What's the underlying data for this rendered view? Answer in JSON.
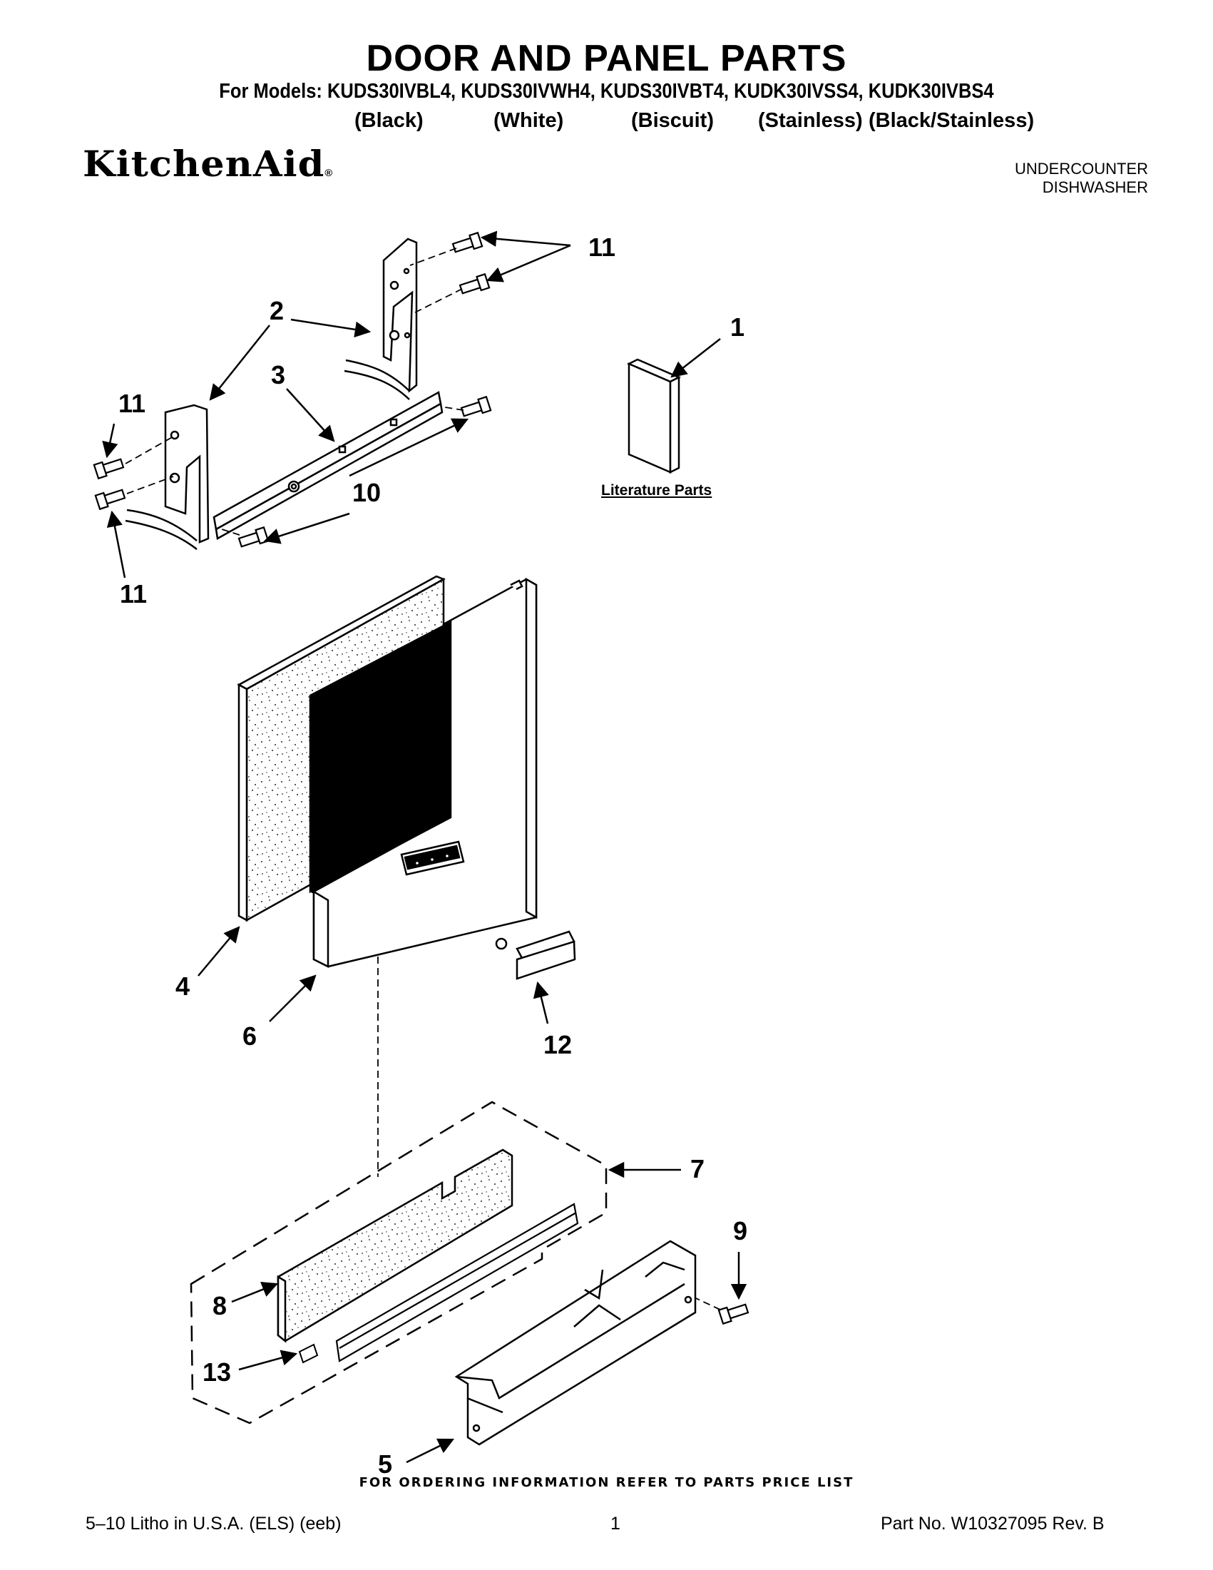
{
  "header": {
    "title": "DOOR AND PANEL PARTS",
    "models_line": "For Models: KUDS30IVBL4, KUDS30IVWH4, KUDS30IVBT4, KUDK30IVSS4, KUDK30IVBS4",
    "variants": [
      "(Black)",
      "(White)",
      "(Biscuit)",
      "(Stainless)",
      "(Black/Stainless)"
    ]
  },
  "brand": {
    "logo_text": "KitchenAid",
    "registered": "®"
  },
  "product_type": {
    "line1": "UNDERCOUNTER",
    "line2": "DISHWASHER"
  },
  "callouts": {
    "c1": "1",
    "c2": "2",
    "c3": "3",
    "c4": "4",
    "c5": "5",
    "c6": "6",
    "c7": "7",
    "c8": "8",
    "c9": "9",
    "c10": "10",
    "c11_top": "11",
    "c11_left_upper": "11",
    "c11_left_lower": "11",
    "c12": "12",
    "c13": "13"
  },
  "literature_label": "Literature Parts",
  "footer": {
    "ordering_info": "FOR ORDERING INFORMATION REFER TO PARTS PRICE LIST",
    "litho": "5–10 Litho in U.S.A. (ELS) (eeb)",
    "page_number": "1",
    "part_number": "Part No. W10327095 Rev. B"
  }
}
